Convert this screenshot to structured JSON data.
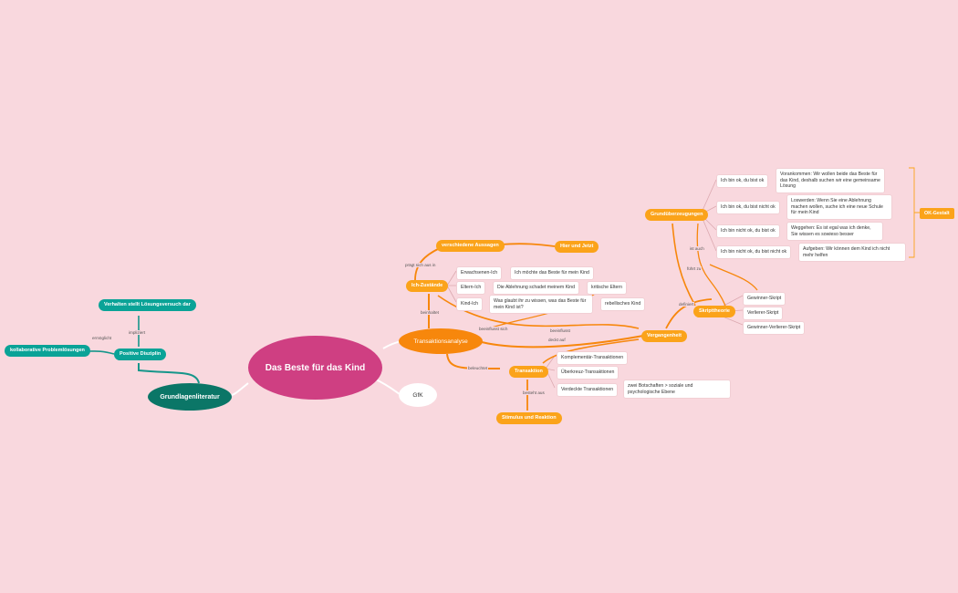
{
  "central": "Das Beste für das Kind",
  "grundlagen": "Grundlagenliteratur",
  "gfk": "GfK",
  "transaktionsanalyse": "Transaktionsanalyse",
  "positive_disziplin": "Positive Disziplin",
  "kollaborative": "kollaborative Problemlösungen",
  "verhalten": "Verhalten stellt Lösungsversuch dar",
  "ich_zustaende": "Ich-Zustände",
  "verschiedene": "verschiedene Aussagen",
  "hier_und_jetzt": "Hier und Jetzt",
  "erwachsenen_ich": "Erwachsenen-Ich",
  "erwachsenen_text": "Ich möchte das Beste für mein Kind",
  "eltern_ich": "Eltern-Ich",
  "eltern_text": "Die Ablehnung schadet meinem Kind",
  "kritische_eltern": "kritische Eltern",
  "kind_ich": "Kind-Ich",
  "kind_text": "Was glaubt ihr zu wissen, was das Beste für mein Kind ist?",
  "rebellisches_kind": "rebellisches Kind",
  "transaktion": "Transaktion",
  "komplementaer": "Komplementär-Transaktionen",
  "ueberkreuz": "Überkreuz-Transaktionen",
  "verdeckte": "Verdeckte Transaktionen",
  "verdeckte_text": "zwei Botschaften > soziale und psychologische Ebene",
  "stimulus": "Stimulus und Reaktion",
  "vergangenheit": "Vergangenheit",
  "skripttheorie": "Skripttheorie",
  "gewinner": "Gewinner-Skript",
  "verlierer": "Verlierer-Skript",
  "gewinner_verlierer": "Gewinner-Verlierer-Skript",
  "grundueberzeugungen": "Grundüberzeugungen",
  "ok1": "Ich bin ok, du bist ok",
  "ok1_text": "Vorankommen: Wir wollen beide das Beste für das Kind, deshalb suchen wir eine gemeinsame Lösung",
  "ok2": "Ich bin ok, du bist nicht ok",
  "ok2_text": "Loswerden: Wenn Sie eine Ablehnung machen wollen, suche ich eine neue Schule für mein Kind",
  "ok3": "Ich bin nicht ok, du bist ok",
  "ok3_text": "Weggehen: Es ist egal was ich denke, Sie wissen es sowieso besser",
  "ok4": "Ich bin nicht ok, du bist nicht ok",
  "ok4_text": "Aufgeben: Wir können dem Kind ich nicht mehr helfen",
  "ok_gestalt": "OK-Gestalt",
  "labels": {
    "ermoeglicht": "ermöglicht",
    "impliziert": "impliziert",
    "praegt": "prägt sich aus in",
    "beinhaltet": "beinhaltet",
    "beleuchtet": "beleuchtet",
    "besteht_aus": "besteht aus",
    "beeinflusst_sich": "beeinflusst sich",
    "beeinflusst": "beeinflusst",
    "deckt_auf": "deckt auf",
    "definiert": "definiert",
    "fuehrt_zu": "führt zu",
    "ist_auch": "ist auch"
  },
  "colors": {
    "background": "#f9d8de",
    "central": "#cf3f82",
    "teal_dark": "#0b7667",
    "teal": "#0aa397",
    "orange": "#fba31a",
    "branch_orange": "#f7870c"
  }
}
